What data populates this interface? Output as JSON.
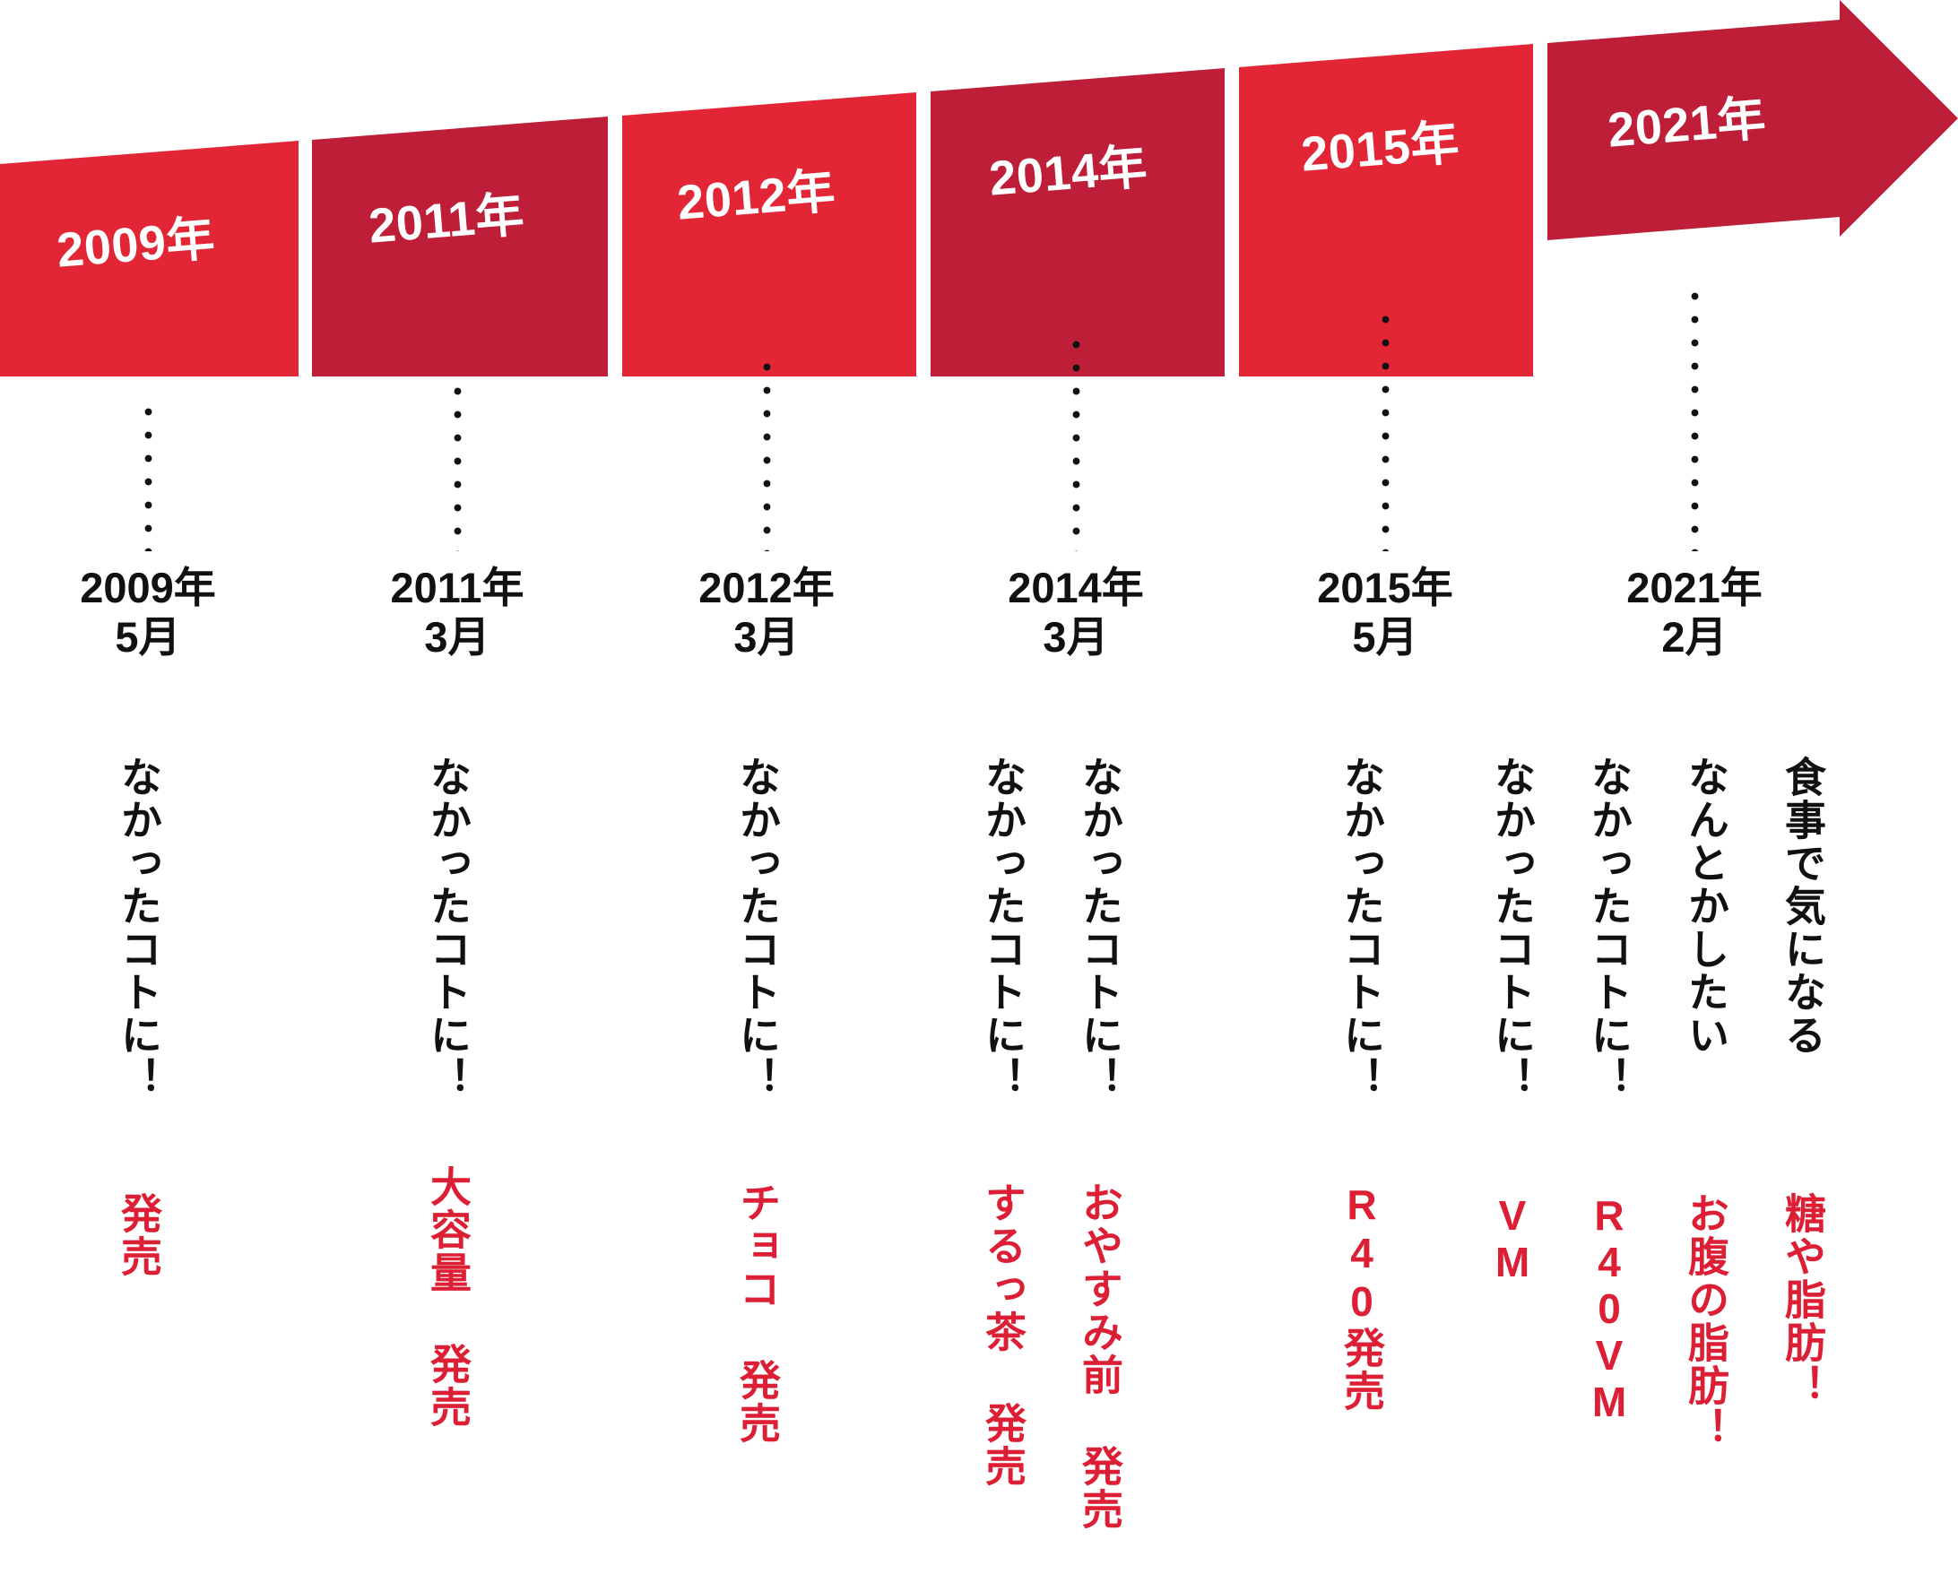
{
  "meta": {
    "title": "なかったコトに！ 商品history タイムライン",
    "colors": {
      "red_bright": "#E32635",
      "red_dark": "#BE1E37",
      "red_text": "#DC1F35",
      "black_text": "#111111",
      "background": "#FFFFFF"
    }
  },
  "banner": {
    "shape": "right-pointing-arrow",
    "segments": [
      {
        "year_label": "2009年",
        "tone": "bright"
      },
      {
        "year_label": "2011年",
        "tone": "dark"
      },
      {
        "year_label": "2012年",
        "tone": "bright"
      },
      {
        "year_label": "2014年",
        "tone": "dark"
      },
      {
        "year_label": "2015年",
        "tone": "bright"
      },
      {
        "year_label": "2021年",
        "tone": "dark"
      }
    ]
  },
  "milestones": [
    {
      "id": "m2009",
      "date_year": "2009年",
      "date_month": "5月",
      "columns": [
        {
          "lead": "なかったコトに！",
          "product": "発売"
        }
      ]
    },
    {
      "id": "m2011",
      "date_year": "2011年",
      "date_month": "3月",
      "columns": [
        {
          "lead": "なかったコトに！",
          "product": "大容量 発売"
        }
      ]
    },
    {
      "id": "m2012",
      "date_year": "2012年",
      "date_month": "3月",
      "columns": [
        {
          "lead": "なかったコトに！",
          "product": "チョコ 発売"
        }
      ]
    },
    {
      "id": "m2014",
      "date_year": "2014年",
      "date_month": "3月",
      "columns": [
        {
          "lead": "なかったコトに！",
          "product": "するっ茶 発売"
        },
        {
          "lead": "なかったコトに！",
          "product": "おやすみ前 発売"
        }
      ]
    },
    {
      "id": "m2015",
      "date_year": "2015年",
      "date_month": "5月",
      "columns": [
        {
          "lead": "なかったコトに！",
          "product": "R40発売"
        }
      ]
    },
    {
      "id": "m2021",
      "date_year": "2021年",
      "date_month": "2月",
      "columns": [
        {
          "lead": "なかったコトに！",
          "product": "VM"
        },
        {
          "lead": "なかったコトに！",
          "product": "R40VM"
        },
        {
          "lead": "なんとかしたい",
          "product": "お腹の脂肪！"
        },
        {
          "lead": "食事で気になる",
          "product": "糖や脂肪！"
        }
      ]
    }
  ]
}
